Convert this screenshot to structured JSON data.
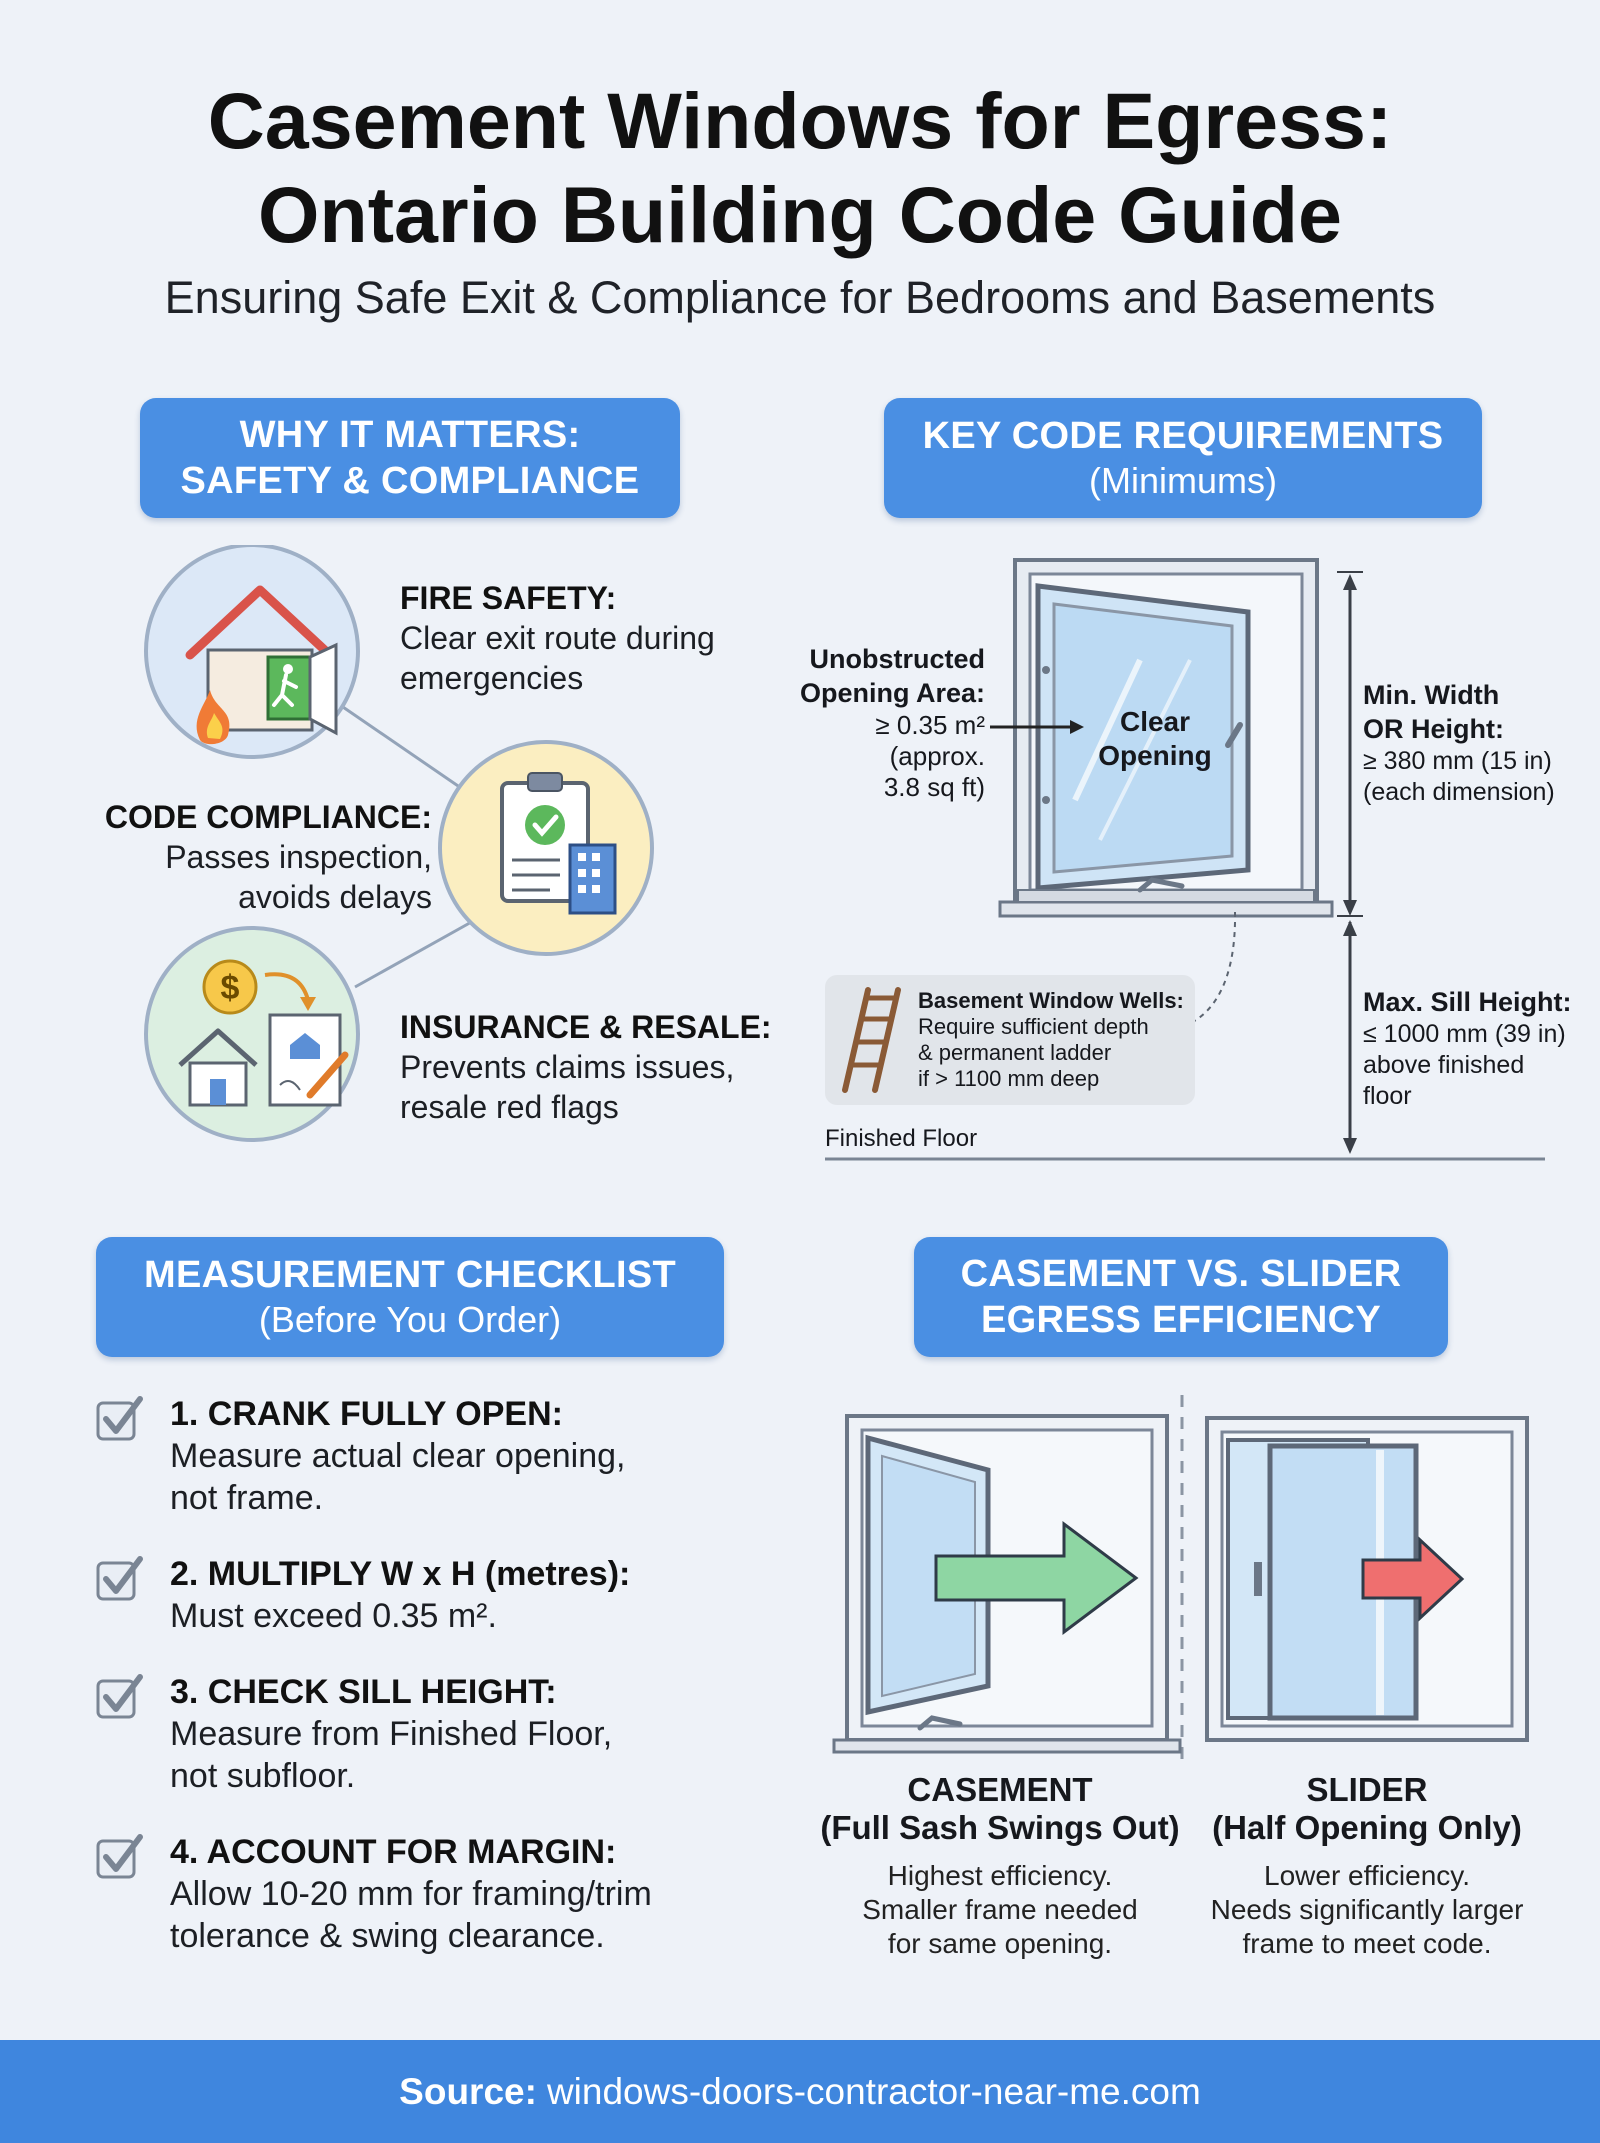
{
  "title": {
    "line1": "Casement Windows for Egress:",
    "line2": "Ontario Building Code Guide"
  },
  "subtitle": "Ensuring Safe Exit & Compliance for Bedrooms and Basements",
  "why": {
    "header_line1": "WHY IT MATTERS:",
    "header_line2": "SAFETY & COMPLIANCE",
    "items": [
      {
        "title": "FIRE SAFETY:",
        "line1": "Clear exit route during",
        "line2": "emergencies",
        "icon": "house-fire-exit-icon"
      },
      {
        "title": "CODE COMPLIANCE:",
        "line1": "Passes inspection,",
        "line2": "avoids delays",
        "icon": "clipboard-check-icon"
      },
      {
        "title": "INSURANCE & RESALE:",
        "line1": "Prevents claims issues,",
        "line2": "resale red flags",
        "icon": "money-house-document-icon"
      }
    ]
  },
  "requirements": {
    "header_line1": "KEY CODE REQUIREMENTS",
    "header_line2": "(Minimums)",
    "opening_area": {
      "title1": "Unobstructed",
      "title2": "Opening Area:",
      "value": "≥ 0.35 m²",
      "approx1": "(approx.",
      "approx2": "3.8 sq ft)"
    },
    "clear_opening1": "Clear",
    "clear_opening2": "Opening",
    "min_width": {
      "title1": "Min. Width",
      "title2": "OR Height:",
      "value": "≥ 380 mm (15 in)",
      "note": "(each dimension)"
    },
    "max_sill": {
      "title": "Max. Sill Height:",
      "value": "≤ 1000 mm (39 in)",
      "note1": "above finished",
      "note2": "floor"
    },
    "wells": {
      "title": "Basement Window Wells:",
      "line1": "Require sufficient depth",
      "line2": "& permanent ladder",
      "line3": "if > 1100 mm deep"
    },
    "floor_label": "Finished Floor"
  },
  "checklist": {
    "header_line1": "MEASUREMENT CHECKLIST",
    "header_line2": "(Before You Order)",
    "items": [
      {
        "title": "1. CRANK FULLY OPEN:",
        "line1": "Measure actual clear opening,",
        "line2": "not frame."
      },
      {
        "title": "2. MULTIPLY W x H (metres):",
        "line1": "Must exceed 0.35 m².",
        "line2": ""
      },
      {
        "title": "3. CHECK SILL HEIGHT:",
        "line1": "Measure from Finished Floor,",
        "line2": "not subfloor."
      },
      {
        "title": "4. ACCOUNT FOR MARGIN:",
        "line1": "Allow 10-20 mm for framing/trim",
        "line2": "tolerance & swing clearance."
      }
    ]
  },
  "compare": {
    "header_line1": "CASEMENT VS. SLIDER",
    "header_line2": "EGRESS EFFICIENCY",
    "casement": {
      "title": "CASEMENT",
      "sub": "(Full Sash Swings Out)",
      "line1": "Highest efficiency.",
      "line2": "Smaller frame needed",
      "line3": "for same opening.",
      "arrow_color": "#8ed6a3"
    },
    "slider": {
      "title": "SLIDER",
      "sub": "(Half Opening Only)",
      "line1": "Lower efficiency.",
      "line2": "Needs significantly larger",
      "line3": "frame to meet code.",
      "arrow_color": "#ef6f6f"
    }
  },
  "footer": {
    "label": "Source:",
    "url": "windows-doors-contractor-near-me.com"
  },
  "colors": {
    "accent": "#4a8fe3",
    "background": "#eef2f8",
    "footer": "#3f86de"
  }
}
